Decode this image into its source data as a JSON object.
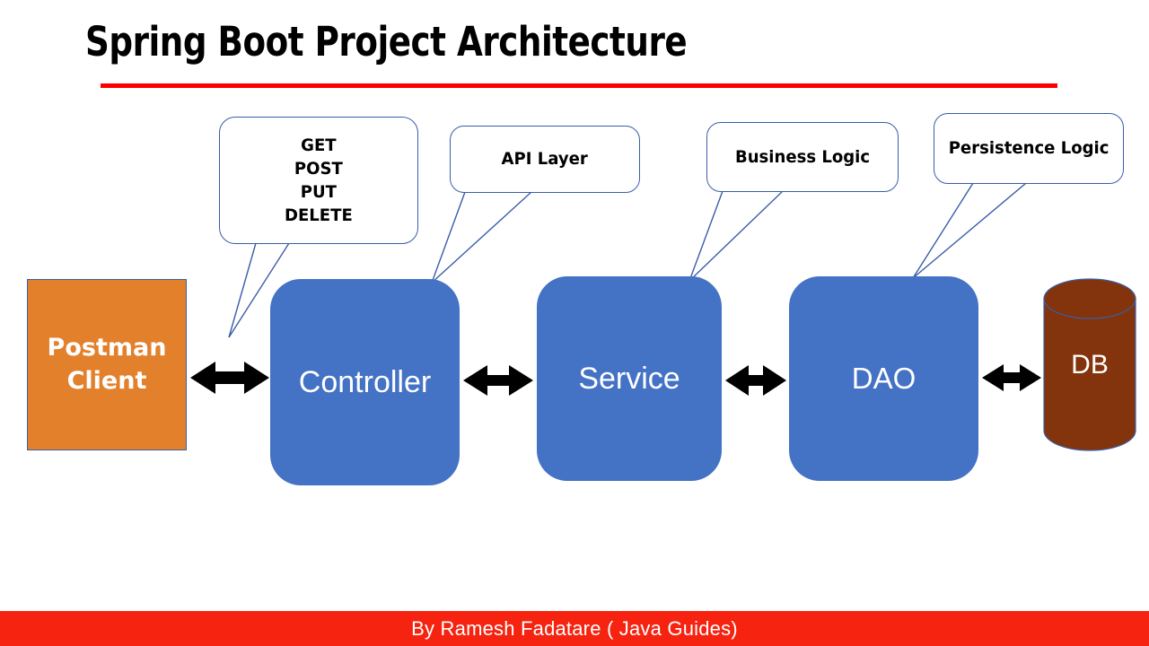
{
  "slide": {
    "title": "Spring Boot Project Architecture",
    "accent_rule_color": "#FF0000",
    "background_color": "#FFFFFF"
  },
  "callouts": [
    {
      "name": "http-methods",
      "text": "GET\nPOST\nPUT\nDELETE",
      "points_to": "Controller",
      "border_color": "#3A5DA8",
      "fill_color": "#FFFFFF"
    },
    {
      "name": "api-layer",
      "text": "API Layer",
      "points_to": "Controller",
      "border_color": "#3A5DA8",
      "fill_color": "#FFFFFF"
    },
    {
      "name": "business-logic",
      "text": "Business Logic",
      "points_to": "Service",
      "border_color": "#3A5DA8",
      "fill_color": "#FFFFFF"
    },
    {
      "name": "persistence-logic",
      "text": "Persistence Logic",
      "points_to": "DAO",
      "border_color": "#3A5DA8",
      "fill_color": "#FFFFFF"
    }
  ],
  "nodes": [
    {
      "name": "postman-client",
      "label": "Postman\nClient",
      "shape": "rectangle",
      "fill_color": "#E2802C",
      "border_color": "#3A5DA8",
      "text_color": "#FFFFFF"
    },
    {
      "name": "controller",
      "label": "Controller",
      "shape": "rounded-rectangle",
      "fill_color": "#4472C4",
      "text_color": "#FFFFFF"
    },
    {
      "name": "service",
      "label": "Service",
      "shape": "rounded-rectangle",
      "fill_color": "#4472C4",
      "text_color": "#FFFFFF"
    },
    {
      "name": "dao",
      "label": "DAO",
      "shape": "rounded-rectangle",
      "fill_color": "#4472C4",
      "text_color": "#FFFFFF"
    },
    {
      "name": "db",
      "label": "DB",
      "shape": "cylinder",
      "fill_color": "#83340C",
      "border_color": "#3A5DA8",
      "text_color": "#FFFFFF"
    }
  ],
  "connectors": [
    {
      "name": "postman-controller",
      "from": "Postman Client",
      "to": "Controller",
      "style": "double-arrow",
      "color": "#000000"
    },
    {
      "name": "controller-service",
      "from": "Controller",
      "to": "Service",
      "style": "double-arrow",
      "color": "#000000"
    },
    {
      "name": "service-dao",
      "from": "Service",
      "to": "DAO",
      "style": "double-arrow",
      "color": "#000000"
    },
    {
      "name": "dao-db",
      "from": "DAO",
      "to": "DB",
      "style": "double-arrow",
      "color": "#000000"
    }
  ],
  "footer": {
    "text": "By Ramesh Fadatare ( Java Guides)",
    "background_color": "#F5230F",
    "text_color": "#FFFFFF"
  }
}
